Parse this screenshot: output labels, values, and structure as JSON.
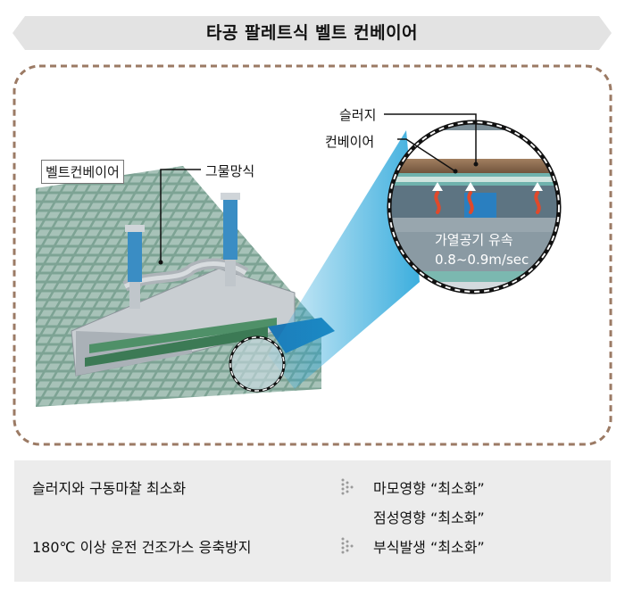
{
  "title": "타공 팔레트식 벨트 컨베이어",
  "labels": {
    "belt_conveyor": "벨트컨베이어",
    "mesh_type": "그물망식",
    "sludge": "슬러지",
    "conveyor": "컨베이어",
    "airflow": "가열공기 유속",
    "airflow_speed": "0.8~0.9m/sec"
  },
  "benefits": {
    "left": [
      "슬러지와 구동마찰 최소화",
      "180℃ 이상 운전 건조가스 응축방지"
    ],
    "right": [
      "마모영향 “최소화”",
      "점성영향 “최소화”",
      "부식발생 “최소화”"
    ]
  },
  "colors": {
    "banner": "#e3e3e3",
    "frame_border": "#9b7a64",
    "callout_blue": "#1aa0d8",
    "sludge": "#8a6a4e",
    "bottom_bg": "#ececec"
  }
}
